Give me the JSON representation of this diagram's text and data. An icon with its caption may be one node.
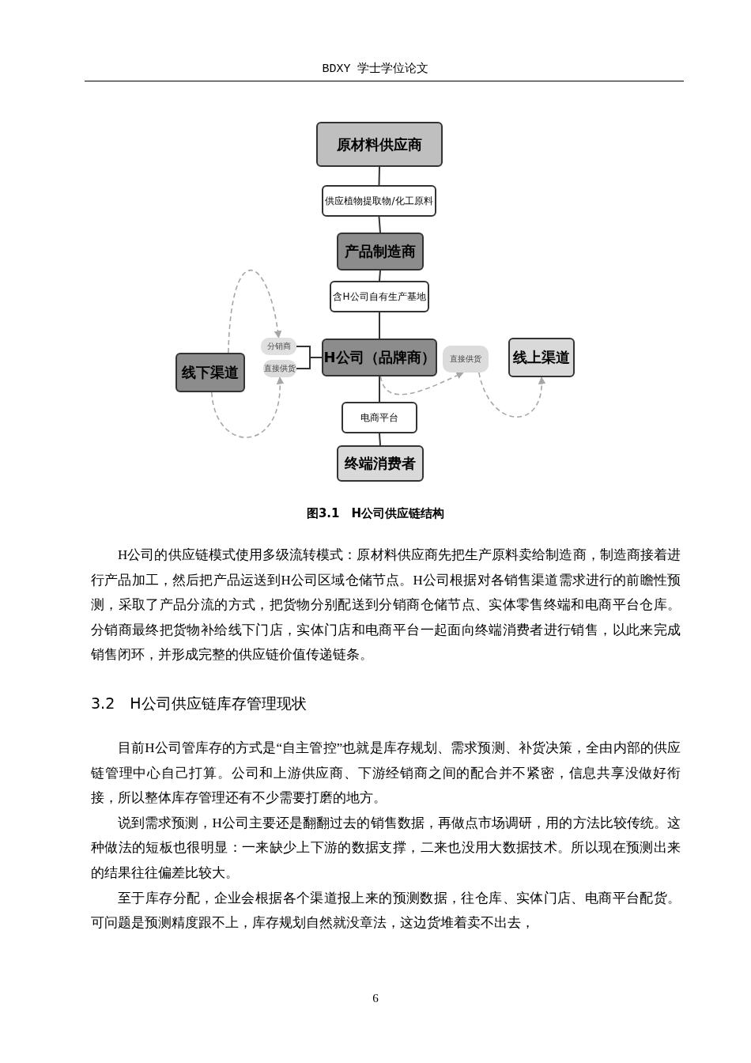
{
  "diagram": {
    "caption": "图3.1　H公司供应链结构",
    "nodes": [
      {
        "text": [
          "原材料供应商"
        ]
      },
      {
        "text": [
          "供应植物提取物/化工原料"
        ]
      },
      {
        "text": [
          "产品制造商"
        ]
      },
      {
        "text": [
          "含H公司自有生产基地"
        ]
      },
      {
        "text": [
          "分销商"
        ]
      },
      {
        "text": [
          "H公司（品牌商）"
        ]
      },
      {
        "text": [
          "直接供货"
        ]
      },
      {
        "text": [
          "线上渠道"
        ]
      },
      {
        "text": [
          "直接供货"
        ]
      },
      {
        "text": [
          "线下渠道"
        ]
      },
      {
        "text": [
          "电商平台"
        ]
      },
      {
        "text": [
          "终端消费者"
        ]
      }
    ],
    "edges": [
      {
        "from": 0,
        "to": 1,
        "arrow": "none"
      },
      {
        "from": 1,
        "to": 2,
        "arrow": "none"
      },
      {
        "from": 2,
        "to": 3,
        "arrow": "none"
      },
      {
        "from": 3,
        "to": 5,
        "arrow": "none"
      },
      {
        "from": 5,
        "to": 10,
        "arrow": "none"
      },
      {
        "from": 10,
        "to": 11,
        "arrow": "none"
      },
      {
        "from": 5,
        "to": 4,
        "arrow": "none"
      },
      {
        "from": 5,
        "to": 8,
        "arrow": "none"
      },
      {
        "from": 9,
        "to": 4,
        "arrow": "to",
        "style": "dashed",
        "color": "#a6a6a6"
      },
      {
        "from": 9,
        "to": 8,
        "arrow": "to",
        "style": "dashed",
        "color": "#a6a6a6"
      },
      {
        "from": 5,
        "to": 6,
        "arrow": "to",
        "style": "dashed",
        "color": "#a6a6a6"
      },
      {
        "from": 6,
        "to": 7,
        "arrow": "to",
        "style": "dashed",
        "color": "#a6a6a6"
      }
    ],
    "labels": [
      "BDXY 学士学位论文",
      "H公司的供应链模式使用多级流转模式：原材料供应商先把生产原料卖给制造商，制造商接着进行产品加工，然后把产品运送到H公司区域仓储节点。H公司根据对各销售渠道需求进行的前瞻性预测，采取了产品分流的方式，把货物分别配送到分销商仓储节点、实体零售终端和电商平台仓库。分销商最终把货物补给线下门店，实体门店和电商平台一起面向终端消费者进行销售，以此来完成销售闭环，并形成完整的供应链价值传递链条。",
      "3.2　H公司供应链库存管理现状",
      "目前H公司管库存的方式是“自主管控”也就是库存规划、需求预测、补货决策，全由内部的供应链管理中心自己打算。公司和上游供应商、下游经销商之间的配合并不紧密，信息共享没做好衔接，所以整体库存管理还有不少需要打磨的地方。",
      "说到需求预测，H公司主要还是翻翻过去的销售数据，再做点市场调研，用的方法比较传统。这种做法的短板也很明显：一来缺少上下游的数据支撑，二来也没用大数据技术。所以现在预测出来的结果往往偏差比较大。",
      "至于库存分配，企业会根据各个渠道报上来的预测数据，往仓库、实体门店、电商平台配货。可问题是预测精度跟不上，库存规划自然就没章法，这边货堆着卖不出去，",
      "6"
    ]
  }
}
